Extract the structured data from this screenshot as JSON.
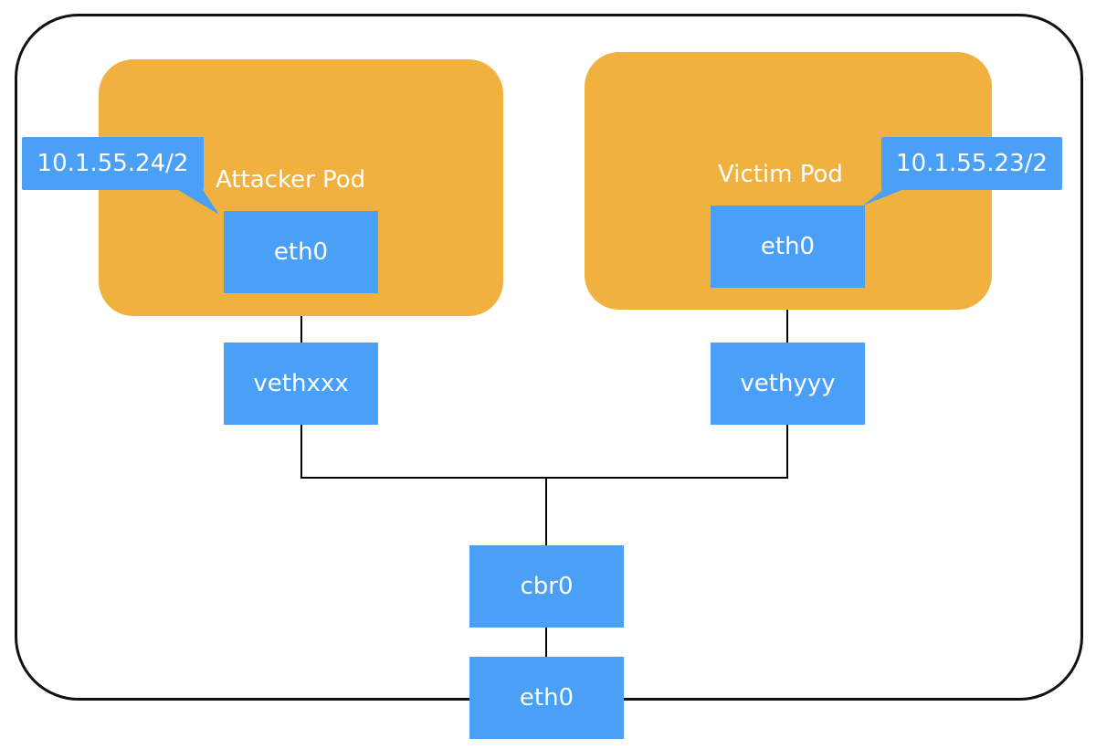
{
  "colors": {
    "pod": "#f0b13f",
    "node": "#4aa0f6",
    "callout": "#4aa0f6",
    "line": "#000000",
    "frame": "#111111"
  },
  "attacker_pod": {
    "label": "Attacker Pod",
    "ip": "10.1.55.24/2",
    "eth_label": "eth0",
    "veth_label": "vethxxx"
  },
  "victim_pod": {
    "label": "Victim Pod",
    "ip": "10.1.55.23/2",
    "eth_label": "eth0",
    "veth_label": "vethyyy"
  },
  "bridge": {
    "label": "cbr0"
  },
  "host_nic": {
    "label": "eth0"
  }
}
